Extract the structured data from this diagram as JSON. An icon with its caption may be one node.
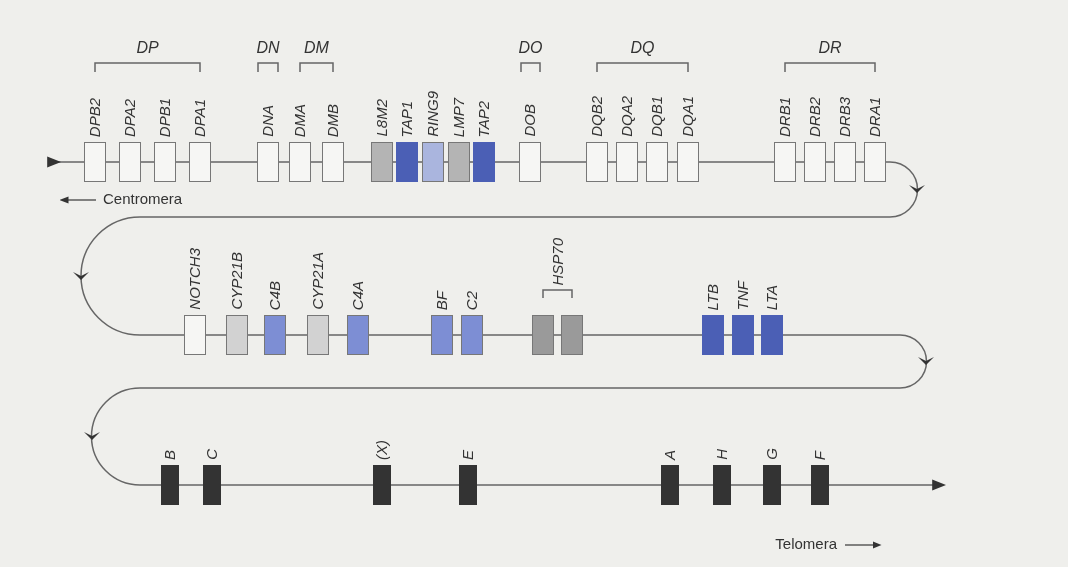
{
  "diagram": {
    "nodes": [
      {
        "text": [
          "DPB2"
        ]
      },
      {
        "text": [
          "DPA2"
        ]
      },
      {
        "text": [
          "DPB1"
        ]
      },
      {
        "text": [
          "DPA1"
        ]
      },
      {
        "text": [
          "DNA"
        ]
      },
      {
        "text": [
          "DMA"
        ]
      },
      {
        "text": [
          "DMB"
        ]
      },
      {
        "text": [
          "L8M2"
        ]
      },
      {
        "text": [
          "TAP1"
        ]
      },
      {
        "text": [
          "RING9"
        ]
      },
      {
        "text": [
          "LMP7"
        ]
      },
      {
        "text": [
          "TAP2"
        ]
      },
      {
        "text": [
          "DOB"
        ]
      },
      {
        "text": [
          "DQB2"
        ]
      },
      {
        "text": [
          "DQA2"
        ]
      },
      {
        "text": [
          "DQB1"
        ]
      },
      {
        "text": [
          "DQA1"
        ]
      },
      {
        "text": [
          "DRB1"
        ]
      },
      {
        "text": [
          "DRB2"
        ]
      },
      {
        "text": [
          "DRB3"
        ]
      },
      {
        "text": [
          "DRA1"
        ]
      },
      {
        "text": [
          "NOTCH3"
        ]
      },
      {
        "text": [
          "CYP21B"
        ]
      },
      {
        "text": [
          "C4B"
        ]
      },
      {
        "text": [
          "CYP21A"
        ]
      },
      {
        "text": [
          "C4A"
        ]
      },
      {
        "text": [
          "BF"
        ]
      },
      {
        "text": [
          "C2"
        ]
      },
      {
        "text": [],
        "shape": "box"
      },
      {
        "text": [],
        "shape": "box"
      },
      {
        "text": [
          "LTB"
        ]
      },
      {
        "text": [
          "TNF"
        ]
      },
      {
        "text": [
          "LTA"
        ]
      },
      {
        "text": [
          "B"
        ]
      },
      {
        "text": [
          "C"
        ]
      },
      {
        "text": [
          "(X)"
        ]
      },
      {
        "text": [
          "E"
        ]
      },
      {
        "text": [
          "A"
        ]
      },
      {
        "text": [
          "H"
        ]
      },
      {
        "text": [
          "G"
        ]
      },
      {
        "text": [
          "F"
        ]
      }
    ],
    "labels": [
      "DP",
      "DN",
      "DM",
      "DO",
      "DQ",
      "DR",
      "Centromera",
      "HSP70",
      "Telomera"
    ]
  }
}
